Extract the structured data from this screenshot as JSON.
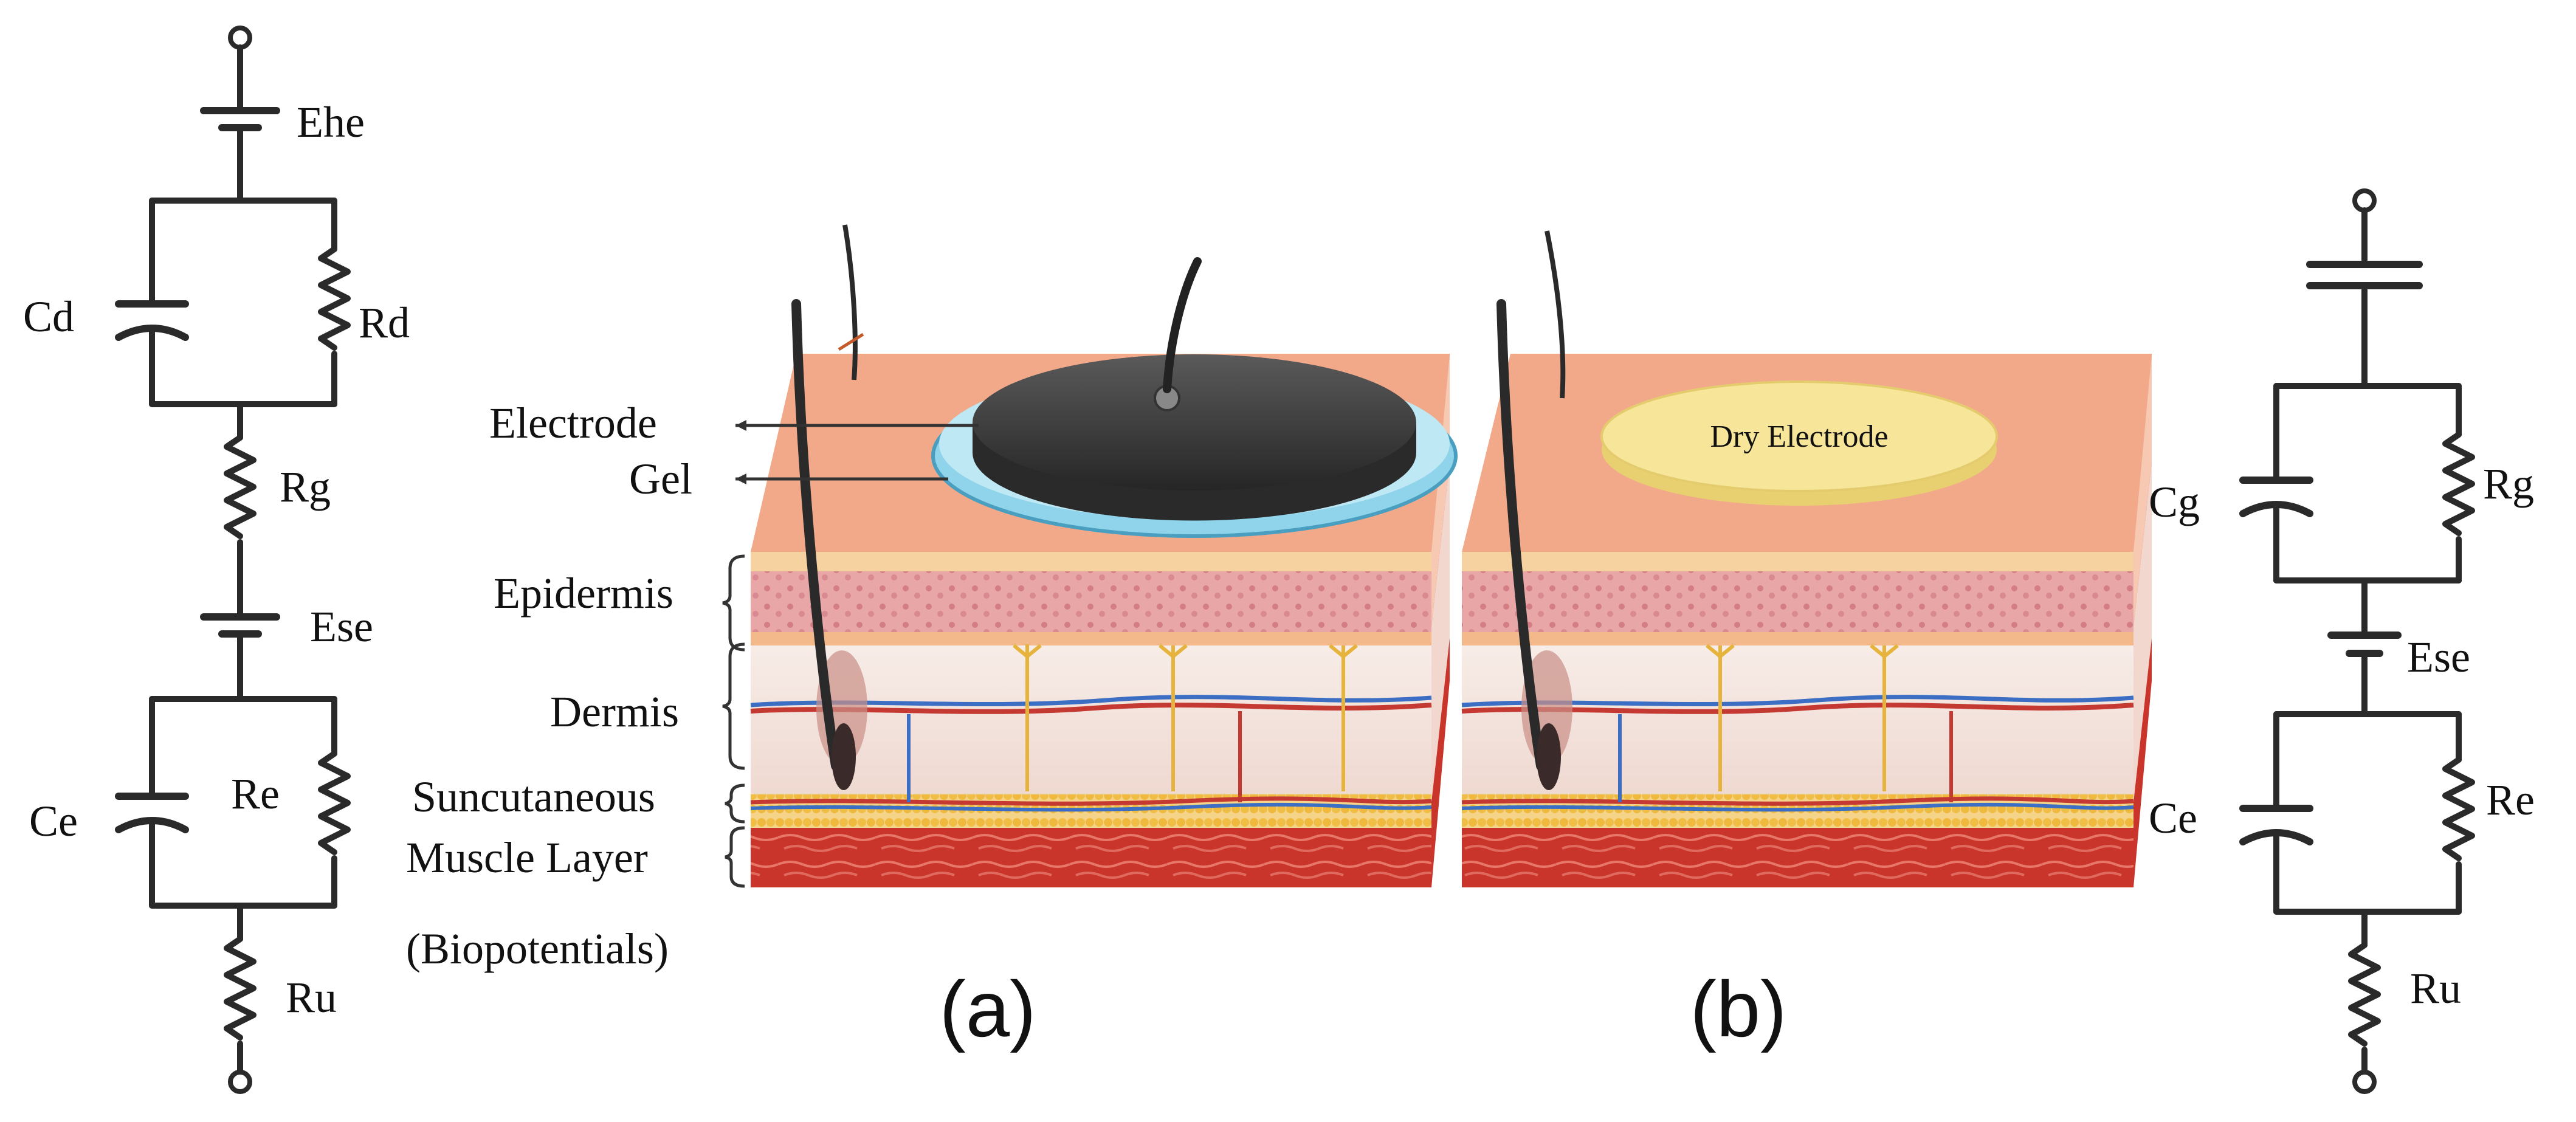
{
  "left_circuit": {
    "Ehe": "Ehe",
    "Cd": "Cd",
    "Rd": "Rd",
    "Rg": "Rg",
    "Ese": "Ese",
    "Ce": "Ce",
    "Re": "Re",
    "Ru": "Ru"
  },
  "right_circuit": {
    "Cg": "Cg",
    "Rg": "Rg",
    "Ese": "Ese",
    "Ce": "Ce",
    "Re": "Re",
    "Ru": "Ru"
  },
  "layer_labels": {
    "electrode": "Electrode",
    "gel": "Gel",
    "epidermis": "Epidermis",
    "dermis": "Dermis",
    "subcutaneous": "Suncutaneous",
    "muscle": "Muscle Layer",
    "biopotentials": "(Biopotentials)"
  },
  "dry_electrode_label": "Dry Electrode",
  "panel_a_label": "(a)",
  "panel_b_label": "(b)",
  "colors": {
    "skin_surface": "#f2a98a",
    "epidermis": "#e8a6a6",
    "dermis": "#f4e6e0",
    "subcutaneous": "#f2c45a",
    "muscle": "#c9352b",
    "electrode_metal": "#3d3d3d",
    "gel": "#8fd4ea",
    "dry_electrode": "#f7e69a",
    "hair": "#2a2a2a"
  }
}
